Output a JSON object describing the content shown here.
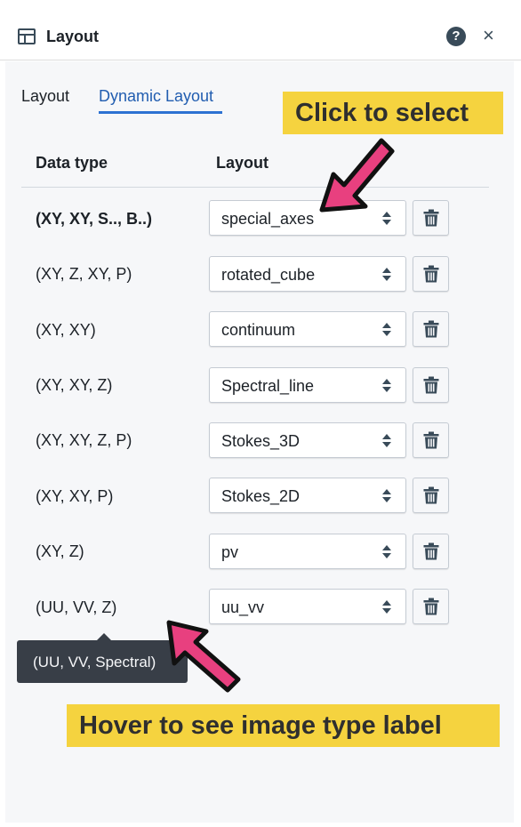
{
  "header": {
    "title": "Layout",
    "help_icon": "?",
    "close_icon": "×"
  },
  "tabs": [
    {
      "label": "Layout",
      "active": false
    },
    {
      "label": "Dynamic Layout",
      "active": true
    }
  ],
  "table": {
    "columns": [
      "Data type",
      "Layout"
    ],
    "rows": [
      {
        "data_type": "(XY, XY, S.., B..)",
        "layout": "special_axes",
        "bold": true
      },
      {
        "data_type": "(XY, Z, XY, P)",
        "layout": "rotated_cube"
      },
      {
        "data_type": "(XY, XY)",
        "layout": "continuum"
      },
      {
        "data_type": "(XY, XY, Z)",
        "layout": "Spectral_line"
      },
      {
        "data_type": "(XY, XY, Z, P)",
        "layout": "Stokes_3D"
      },
      {
        "data_type": "(XY, XY, P)",
        "layout": "Stokes_2D"
      },
      {
        "data_type": "(XY, Z)",
        "layout": "pv"
      },
      {
        "data_type": "(UU, VV, Z)",
        "layout": "uu_vv"
      }
    ]
  },
  "tooltip": {
    "text": "(UU, VV, Spectral)"
  },
  "annotations": {
    "top": "Click to select",
    "bottom": "Hover to see image type label"
  },
  "colors": {
    "accent": "#2d72d2",
    "callout": "#f5d33f",
    "arrow": "#e8407f",
    "tooltip_bg": "#383e47"
  },
  "icons": {
    "title": "layout-grid-icon",
    "help": "help-icon",
    "close": "close-icon",
    "delete": "trash-icon",
    "select": "double-caret-icon"
  }
}
